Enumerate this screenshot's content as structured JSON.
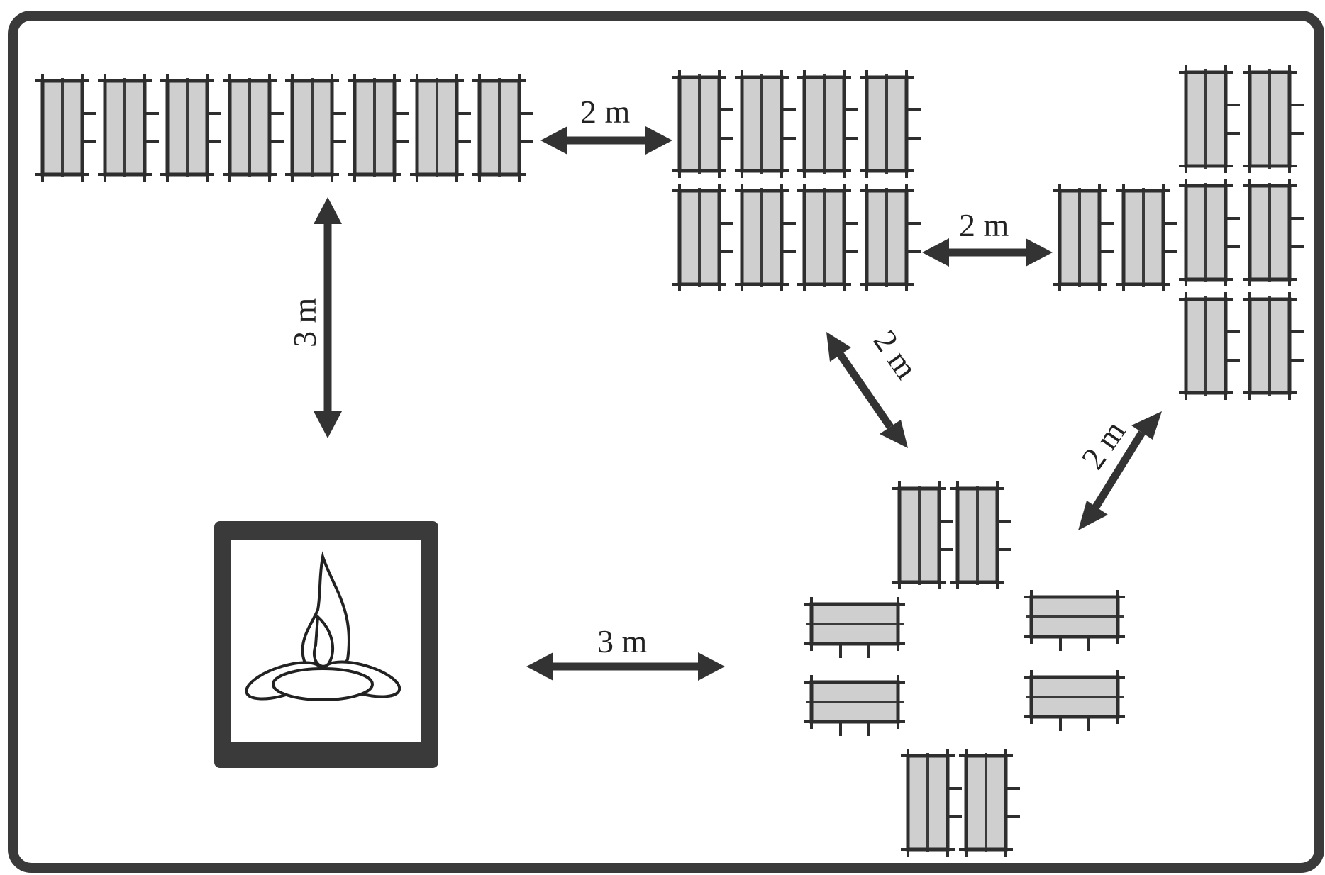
{
  "diagram": {
    "colors": {
      "frame": "#3a3a3a",
      "mat_fill": "#cfcfcf",
      "arrow": "#333333"
    },
    "icons": [
      "bench-icon",
      "campfire-icon",
      "double-arrow-icon"
    ],
    "labels": {
      "row_to_block": "2 m",
      "block_to_tshape": "2 m",
      "row_to_fire": "3 m",
      "block_to_circle": "2 m",
      "tshape_to_circle": "2 m",
      "fire_to_circle": "3 m"
    }
  }
}
